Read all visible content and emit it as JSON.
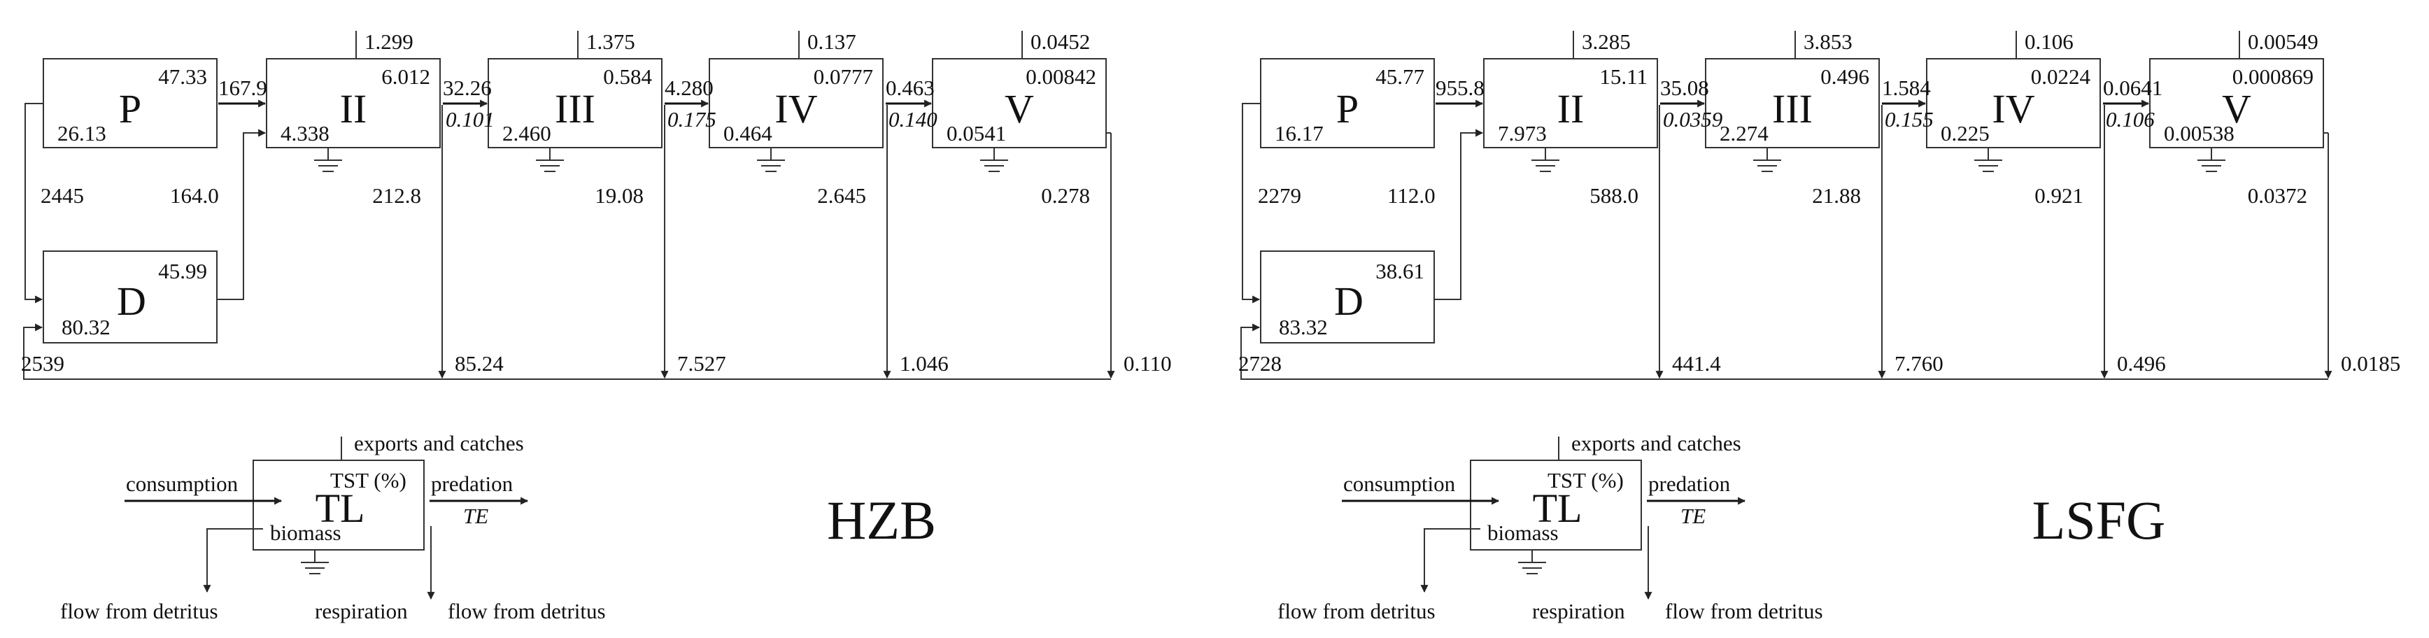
{
  "panels": [
    {
      "name": "HZB",
      "levels": [
        {
          "label": "P",
          "biomass": "26.13",
          "tst": "47.33"
        },
        {
          "label": "II",
          "biomass": "4.338",
          "tst": "6.012",
          "export": "1.299",
          "respiration": true
        },
        {
          "label": "III",
          "biomass": "2.460",
          "tst": "0.584",
          "export": "1.375",
          "respiration": true
        },
        {
          "label": "IV",
          "biomass": "0.464",
          "tst": "0.0777",
          "export": "0.137",
          "respiration": true
        },
        {
          "label": "V",
          "biomass": "0.0541",
          "tst": "0.00842",
          "export": "0.0452",
          "respiration": true
        }
      ],
      "detritus": {
        "label": "D",
        "biomass": "80.32",
        "tst": "45.99"
      },
      "p_to_ii": "167.9",
      "transfers": [
        {
          "flow": "32.26",
          "te": "0.101"
        },
        {
          "flow": "4.280",
          "te": "0.175"
        },
        {
          "flow": "0.463",
          "te": "0.140"
        }
      ],
      "p_to_d": "2445",
      "d_to_ii": "164.0",
      "to_detritus": [
        "212.8",
        "19.08",
        "2.645",
        "0.278"
      ],
      "from_detritus": [
        "85.24",
        "7.527",
        "1.046",
        "0.110"
      ],
      "return_total": "2539"
    },
    {
      "name": "LSFG",
      "levels": [
        {
          "label": "P",
          "biomass": "16.17",
          "tst": "45.77"
        },
        {
          "label": "II",
          "biomass": "7.973",
          "tst": "15.11",
          "export": "3.285",
          "respiration": true
        },
        {
          "label": "III",
          "biomass": "2.274",
          "tst": "0.496",
          "export": "3.853",
          "respiration": true
        },
        {
          "label": "IV",
          "biomass": "0.225",
          "tst": "0.0224",
          "export": "0.106",
          "respiration": true
        },
        {
          "label": "V",
          "biomass": "0.00538",
          "tst": "0.000869",
          "export": "0.00549",
          "respiration": true
        }
      ],
      "detritus": {
        "label": "D",
        "biomass": "83.32",
        "tst": "38.61"
      },
      "p_to_ii": "955.8",
      "transfers": [
        {
          "flow": "35.08",
          "te": "0.0359"
        },
        {
          "flow": "1.584",
          "te": "0.155"
        },
        {
          "flow": "0.0641",
          "te": "0.106"
        }
      ],
      "p_to_d": "2279",
      "d_to_ii": "112.0",
      "to_detritus": [
        "588.0",
        "21.88",
        "0.921",
        "0.0372"
      ],
      "from_detritus": [
        "441.4",
        "7.760",
        "0.496",
        "0.0185"
      ],
      "return_total": "2728"
    }
  ],
  "legend": {
    "box_label": "TL",
    "tst": "TST (%)",
    "biomass": "biomass",
    "consumption": "consumption",
    "predation": "predation",
    "te": "TE",
    "exports": "exports and catches",
    "flow_from_detritus_left": "flow from detritus",
    "respiration": "respiration",
    "flow_from_detritus_right": "flow from detritus"
  }
}
